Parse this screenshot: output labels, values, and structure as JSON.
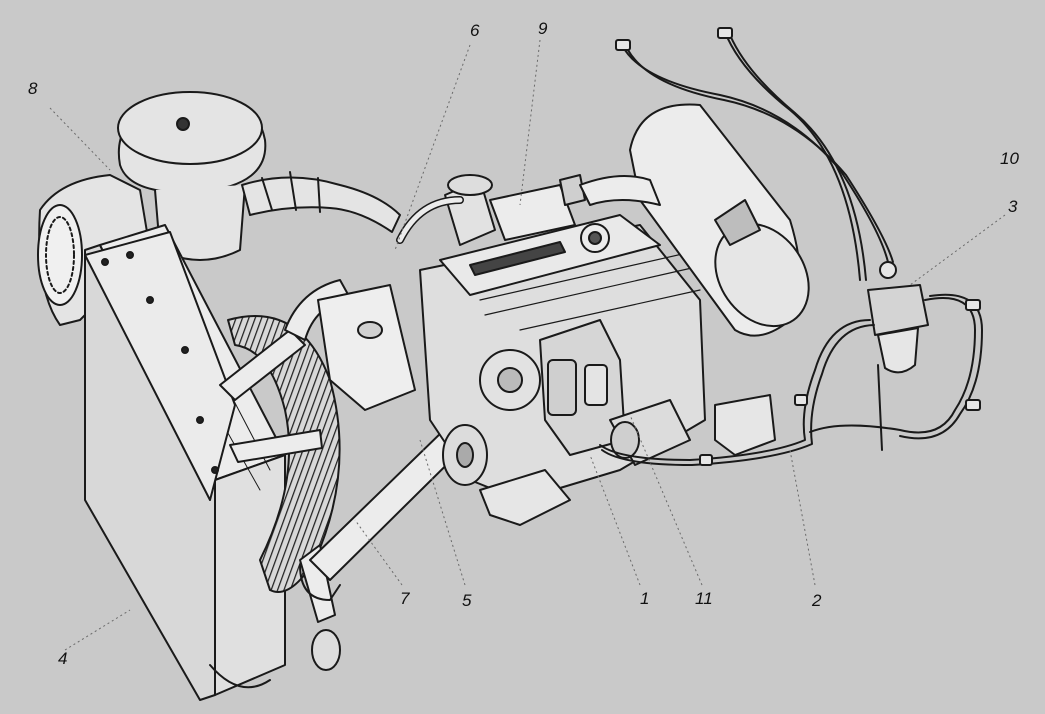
{
  "figure": {
    "callouts": [
      "1",
      "2",
      "3",
      "4",
      "5",
      "6",
      "7",
      "8",
      "9",
      "10",
      "11"
    ]
  },
  "colors": {
    "background": "#c9c9c9",
    "line": "#1a1a1a",
    "part_fill": "#e4e4e4",
    "part_fill_dark": "#bcbcbc",
    "leader": "#6a6a6a"
  }
}
